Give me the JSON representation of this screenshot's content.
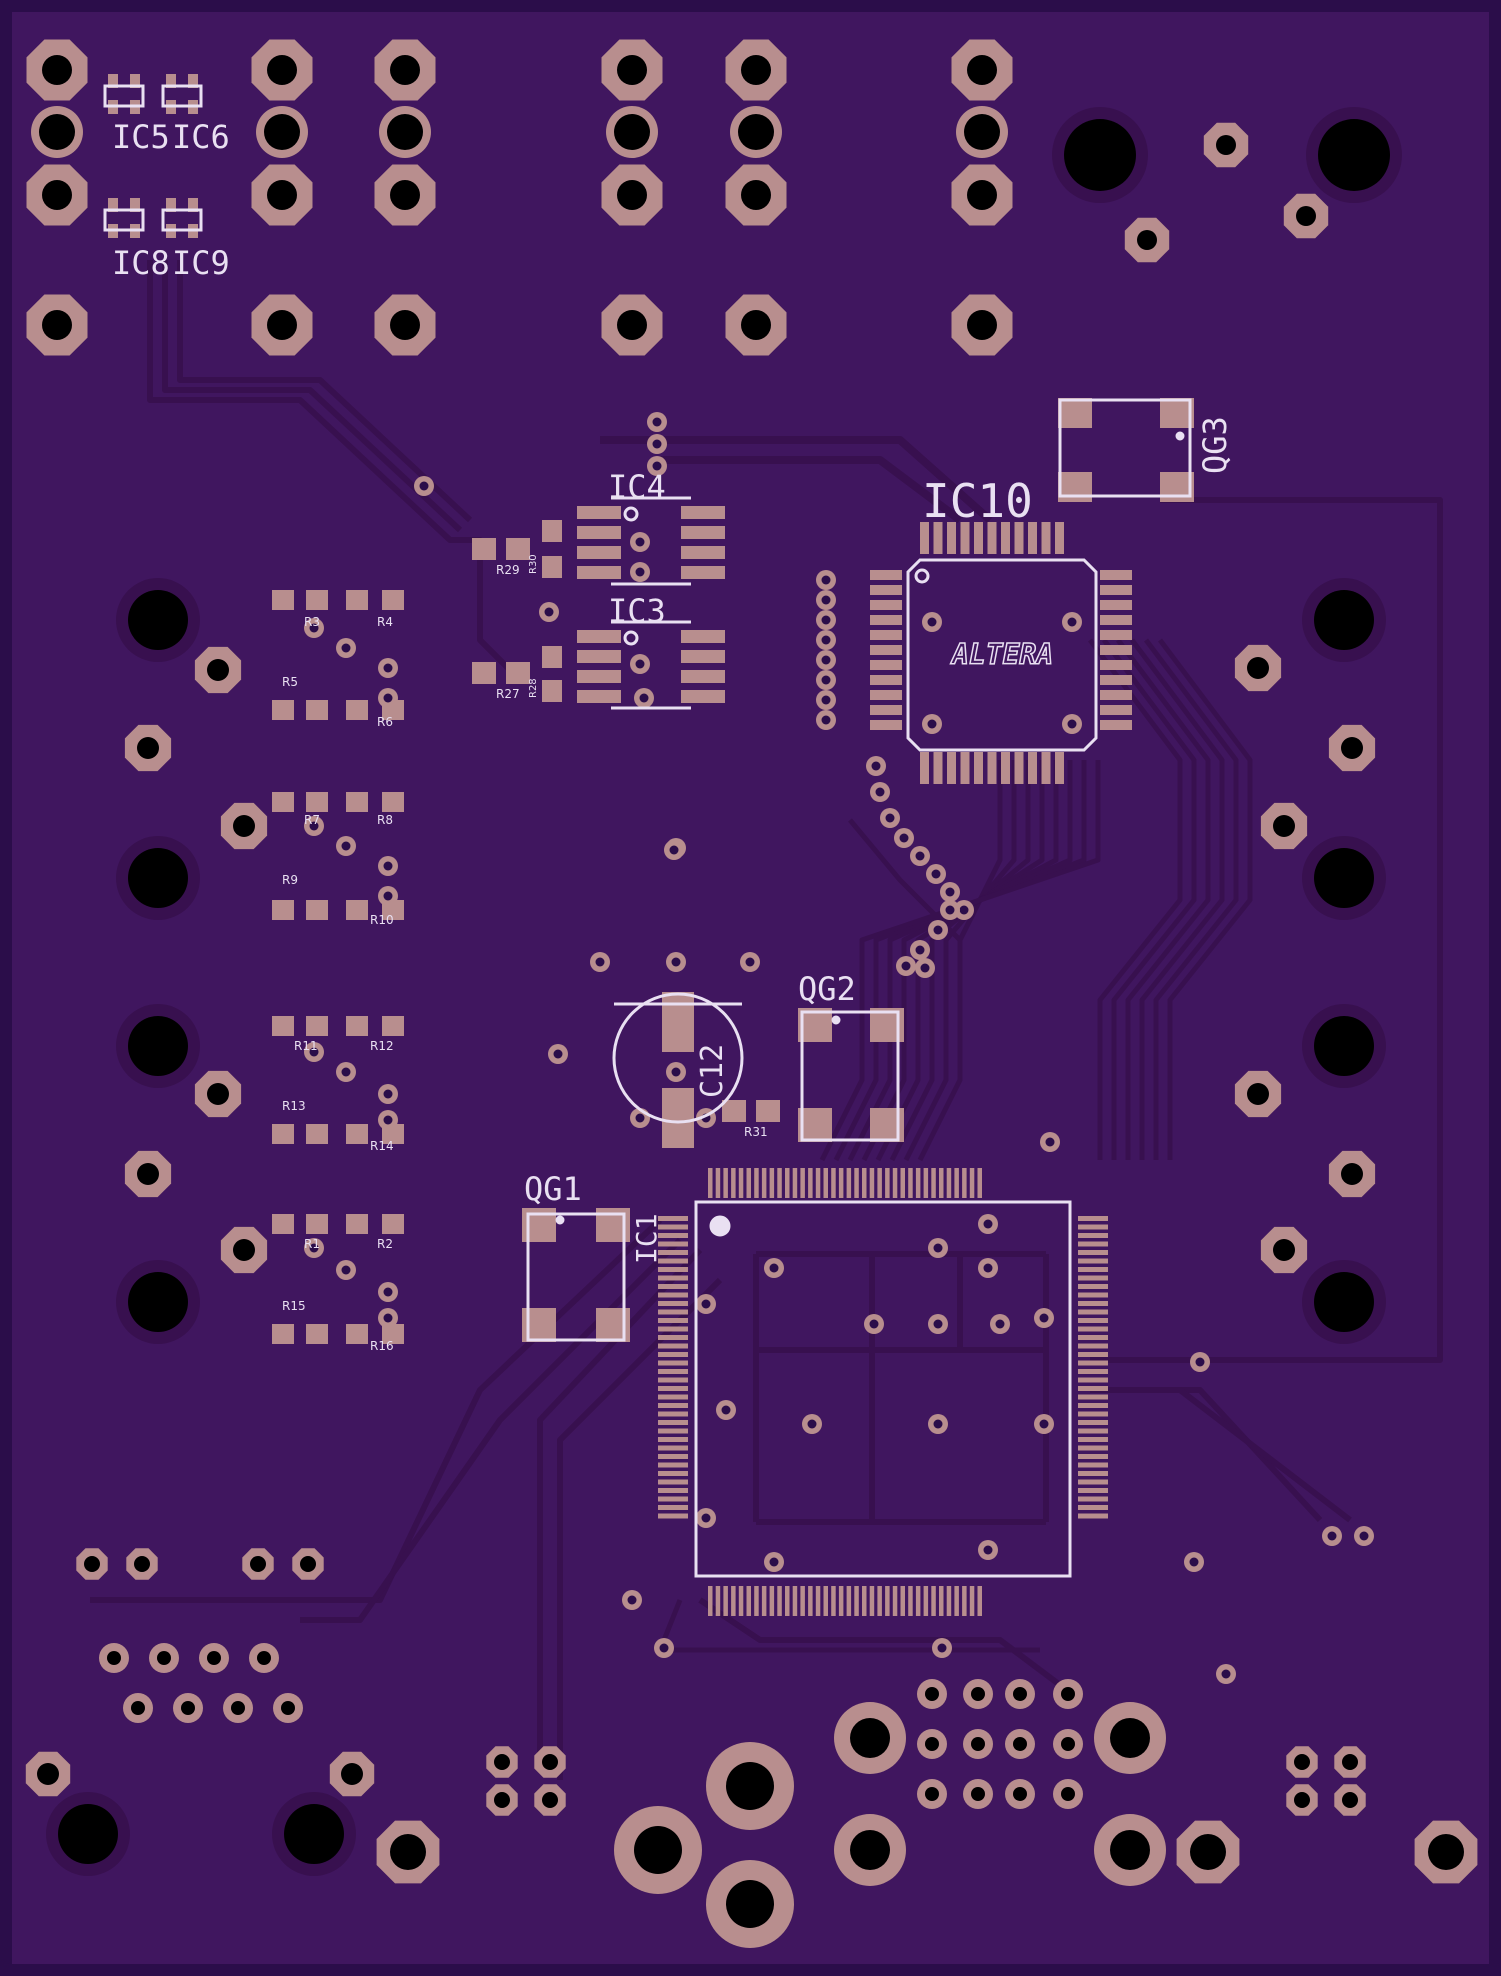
{
  "board": {
    "colors": {
      "edge": "#2b0d4a",
      "substrate": "#40165f",
      "trace": "#38104f",
      "pad": "#b88e8e",
      "hole": "#000000",
      "silk": "#e9e0f2"
    }
  },
  "labels": {
    "ic1": "IC1",
    "ic3": "IC3",
    "ic4": "IC4",
    "ic5": "IC5",
    "ic6": "IC6",
    "ic8": "IC8",
    "ic9": "IC9",
    "ic10": "IC10",
    "c12": "C12",
    "qg1": "QG1",
    "qg2": "QG2",
    "qg3": "QG3",
    "r3": "R3",
    "r4": "R4",
    "r5": "R5",
    "r6": "R6",
    "r7": "R7",
    "r8": "R8",
    "r9": "R9",
    "r10": "R10",
    "r11": "R11",
    "r12": "R12",
    "r13": "R13",
    "r14": "R14",
    "r1": "R1",
    "r2": "R2",
    "r15": "R15",
    "r16": "R16",
    "r27": "R27",
    "r28": "R28",
    "r29": "R29",
    "r30": "R30",
    "r31": "R31",
    "logo": "ALTERA"
  }
}
